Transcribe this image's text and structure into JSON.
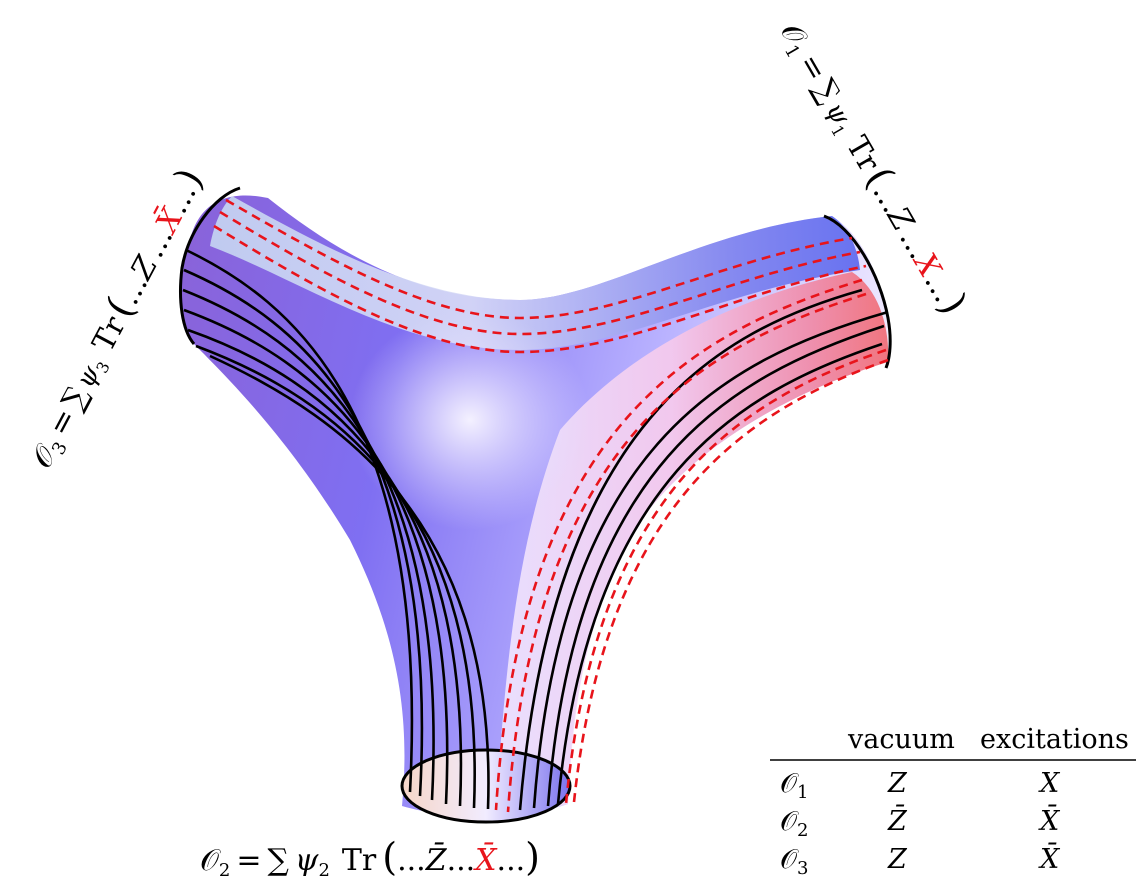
{
  "labels": {
    "o1": {
      "op": "𝒪",
      "sub": "1",
      "eq": "=",
      "sum": "∑",
      "psi": "ψ",
      "psi_sub": "1",
      "tr": "Tr",
      "open": "(",
      "dots1": "...",
      "field": "Z",
      "dots2": "...",
      "exc": "X",
      "dots3": "...",
      "close": ")"
    },
    "o2": {
      "op": "𝒪",
      "sub": "2",
      "eq": "=",
      "sum": "∑",
      "psi": "ψ",
      "psi_sub": "2",
      "tr": "Tr",
      "open": "(",
      "dots1": "...",
      "field": "Z̄",
      "dots2": "...",
      "exc": "X̄",
      "dots3": "...",
      "close": ")"
    },
    "o3": {
      "op": "𝒪",
      "sub": "3",
      "eq": "=",
      "sum": "∑",
      "psi": "ψ",
      "psi_sub": "3",
      "tr": "Tr",
      "open": "(",
      "dots1": "...",
      "field": "Z",
      "dots2": "...",
      "exc": "X̄",
      "dots3": "...",
      "close": ")"
    }
  },
  "table": {
    "headers": [
      "vacuum",
      "excitations"
    ],
    "rows": [
      {
        "op": "𝒪",
        "sub": "1",
        "vacuum": "Z",
        "excitation": "X"
      },
      {
        "op": "𝒪",
        "sub": "2",
        "vacuum": "Z̄",
        "excitation": "X̄"
      },
      {
        "op": "𝒪",
        "sub": "3",
        "vacuum": "Z",
        "excitation": "X̄"
      }
    ]
  },
  "colors": {
    "vacuum_line": "#000000",
    "excitation_line": "#e8141b",
    "surface_blue": "#6a5cf0",
    "surface_pink": "#f3a4d3",
    "surface_light": "#efe8ff"
  }
}
